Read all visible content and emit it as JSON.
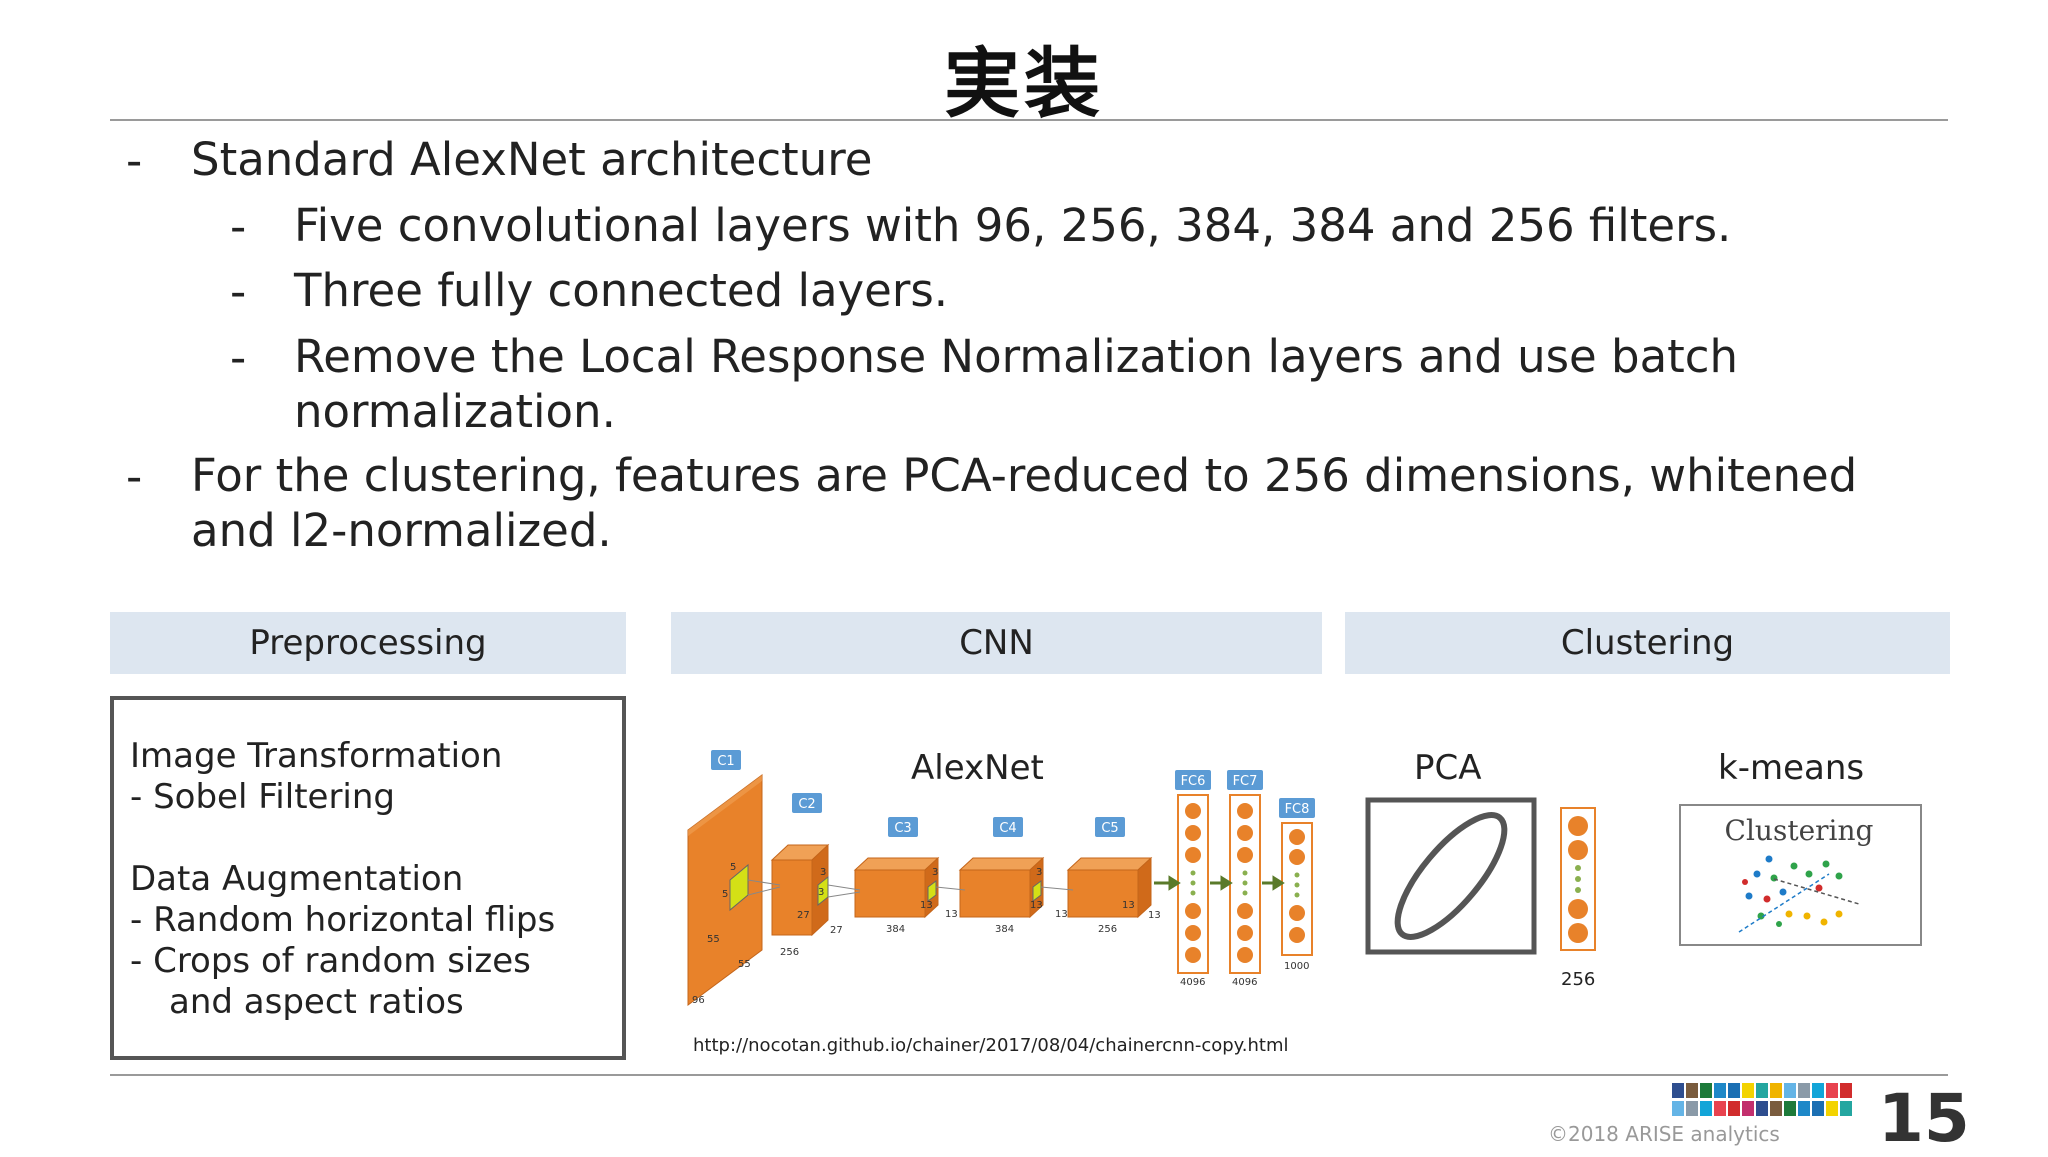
{
  "slide": {
    "title": "実装",
    "page_number": "15",
    "copyright": "©2018 ARISE analytics"
  },
  "bullets": {
    "b1": "Standard AlexNet architecture",
    "b1_1": "Five convolutional layers with 96, 256, 384, 384 and 256 filters.",
    "b1_2": "Three fully connected layers.",
    "b1_3a": "Remove the Local Response Normalization layers and use batch",
    "b1_3b": "normalization.",
    "b2a": "For the clustering, features are PCA-reduced to 256 dimensions, whitened",
    "b2b": "and l2-normalized.",
    "dash": "-"
  },
  "pipeline": {
    "preprocessing": {
      "header": "Preprocessing",
      "lines": [
        "Image Transformation",
        "- Sobel Filtering",
        "",
        "Data Augmentation",
        "-  Random horizontal flips",
        "-  Crops of random sizes",
        "and aspect ratios"
      ]
    },
    "cnn": {
      "header": "CNN",
      "label": "AlexNet",
      "conv_tags": [
        "C1",
        "C2",
        "C3",
        "C4",
        "C5"
      ],
      "fc_tags": [
        "FC6",
        "FC7",
        "FC8"
      ],
      "dims": [
        "55",
        "5",
        "5",
        "55",
        "96",
        "27",
        "3",
        "3",
        "27",
        "256",
        "13",
        "3",
        "13",
        "384",
        "13",
        "3",
        "13",
        "384",
        "13",
        "13",
        "256"
      ],
      "fc_sizes": [
        "4096",
        "4096",
        "1000"
      ],
      "source_url": "http://nocotan.github.io/chainer/2017/08/04/chainercnn-copy.html"
    },
    "clustering": {
      "header": "Clustering",
      "pca_label": "PCA",
      "kmeans_label": "k-means",
      "pca_dim": "256",
      "kmeans_image_text": "Clustering"
    }
  },
  "colors": {
    "header_bg": "#dde6f0",
    "conv_orange": "#e8822a",
    "tag_blue": "#5b9bd5",
    "neuron_green": "#8ab04f",
    "logo_colors": [
      "#2e4e8f",
      "#1e88c8",
      "#24a6a0",
      "#8a9aa8",
      "#d12c2c",
      "#7a5c3e",
      "#1b6fb3",
      "#f0b400",
      "#13a5d8",
      "#c22f6d",
      "#1d7a3a",
      "#f3d300",
      "#64b4e6",
      "#e8434f"
    ]
  }
}
